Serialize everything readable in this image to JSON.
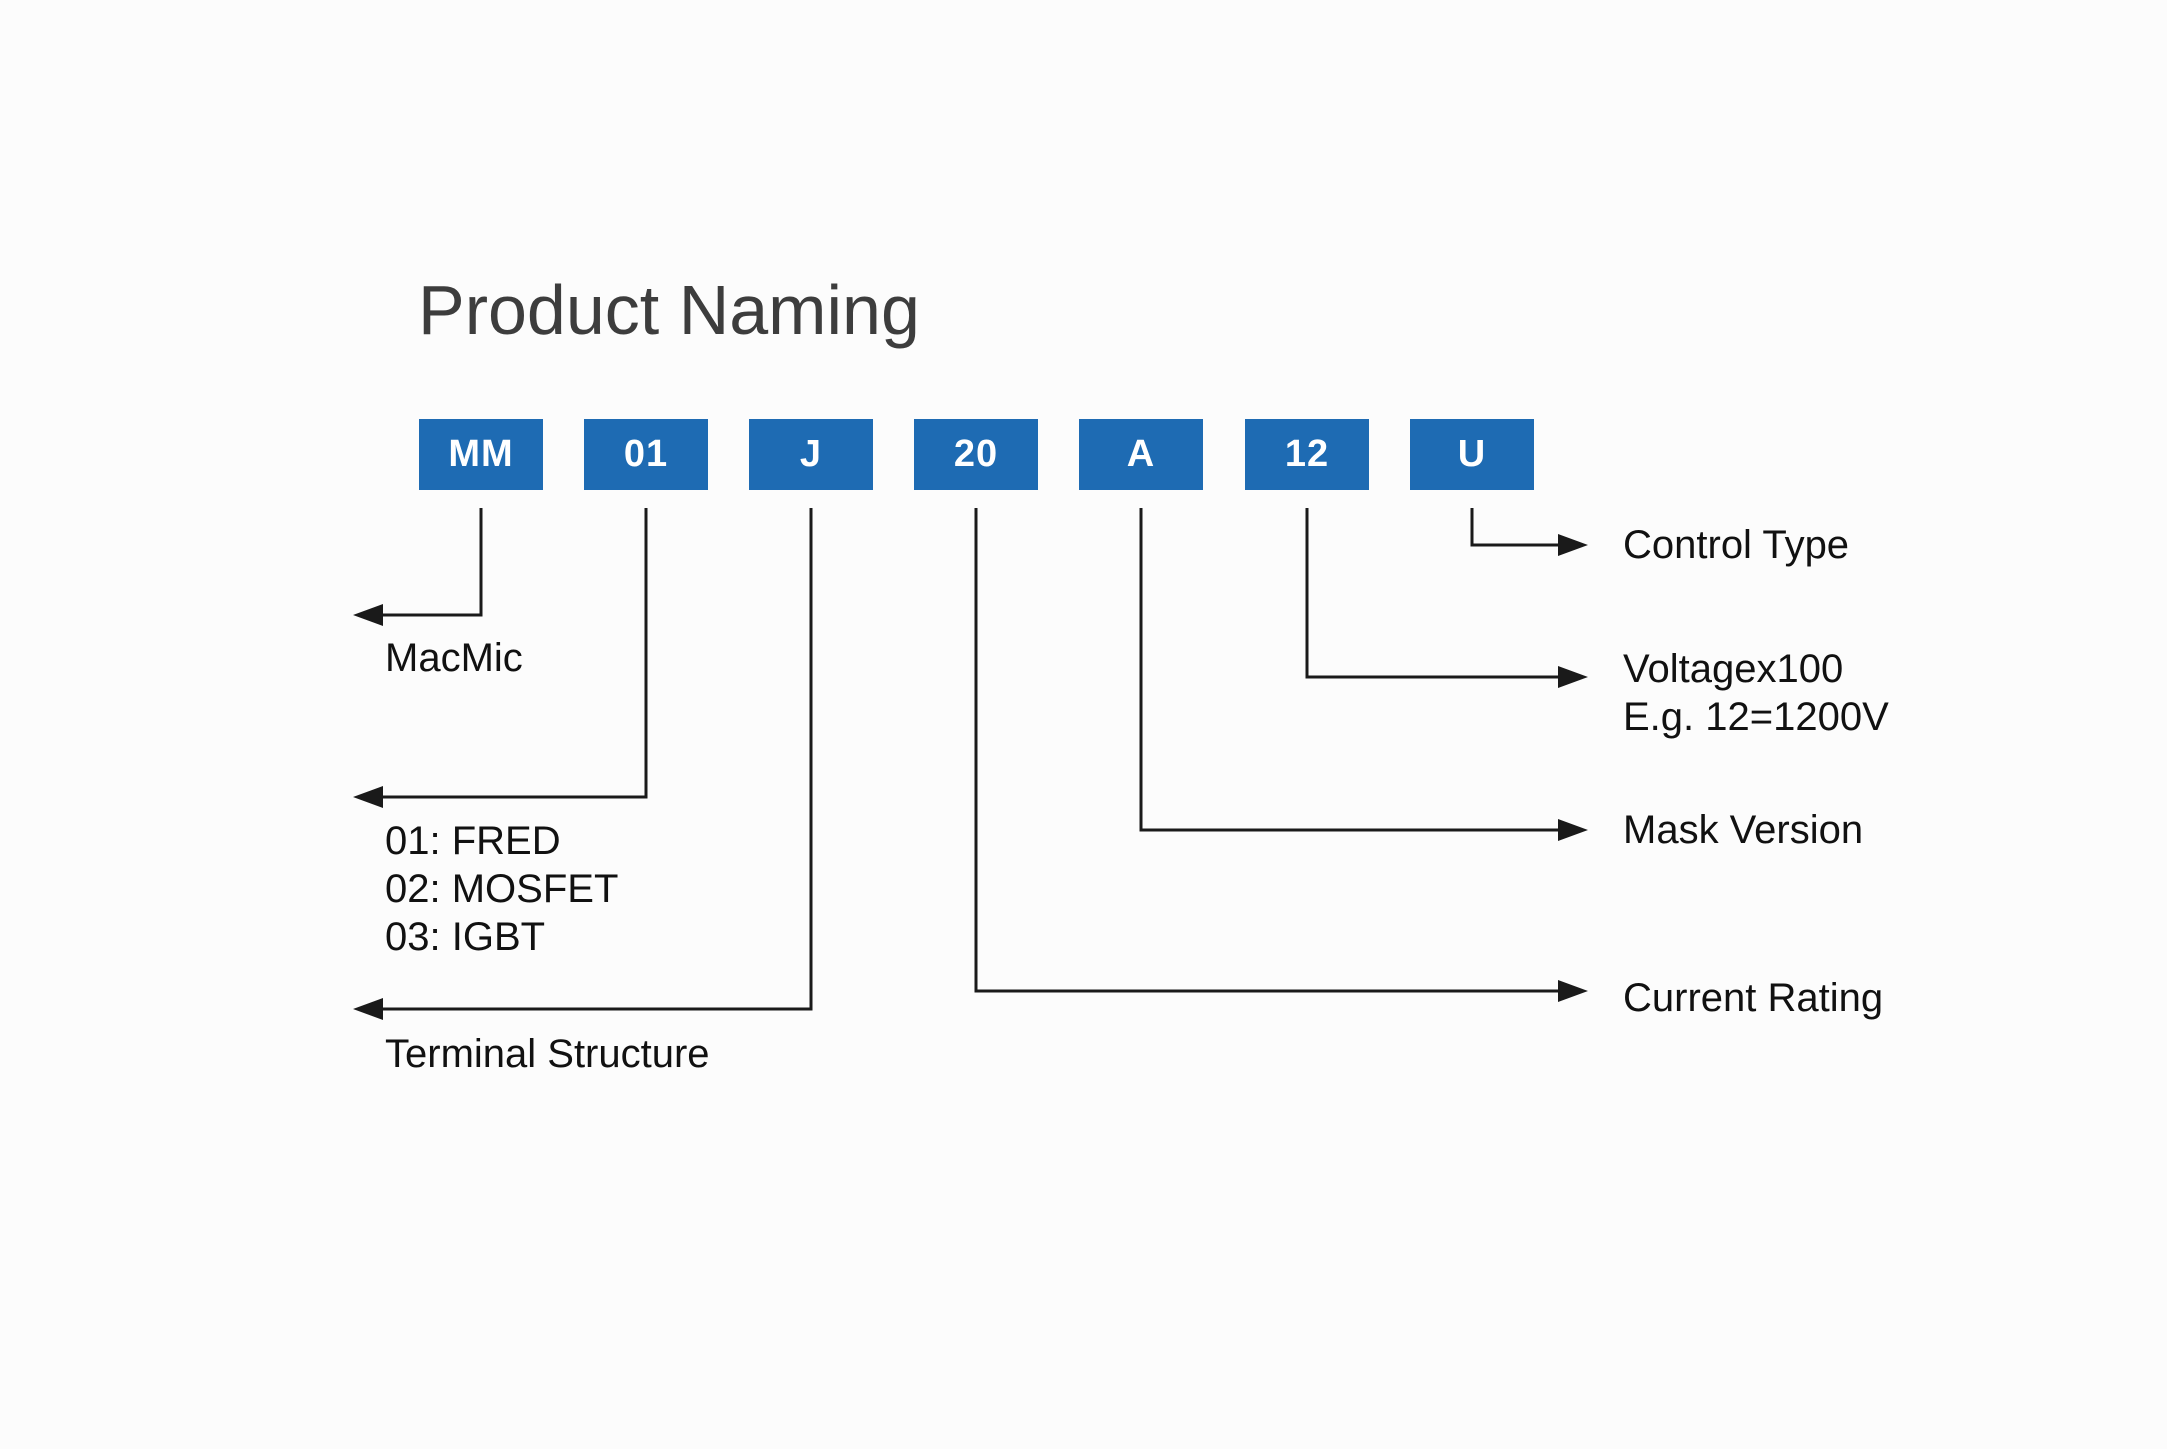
{
  "title": "Product Naming",
  "colors": {
    "background": "#fcfcfc",
    "box_blue": "#1e6bb3",
    "box_text": "#ffffff",
    "line_color": "#1a1a1a",
    "title_color": "#3d3d3d",
    "label_color": "#111111"
  },
  "code_segments": [
    {
      "label": "MM"
    },
    {
      "label": "01"
    },
    {
      "label": "J"
    },
    {
      "label": "20"
    },
    {
      "label": "A"
    },
    {
      "label": "12"
    },
    {
      "label": "U"
    }
  ],
  "left_labels": {
    "macmic": "MacMic",
    "device_types": [
      "01: FRED",
      "02: MOSFET",
      "03: IGBT"
    ],
    "terminal_structure": "Terminal Structure"
  },
  "right_labels": {
    "control_type": "Control Type",
    "voltage_line1": "Voltagex100",
    "voltage_line2": "E.g. 12=1200V",
    "mask_version": "Mask Version",
    "current_rating": "Current Rating"
  }
}
